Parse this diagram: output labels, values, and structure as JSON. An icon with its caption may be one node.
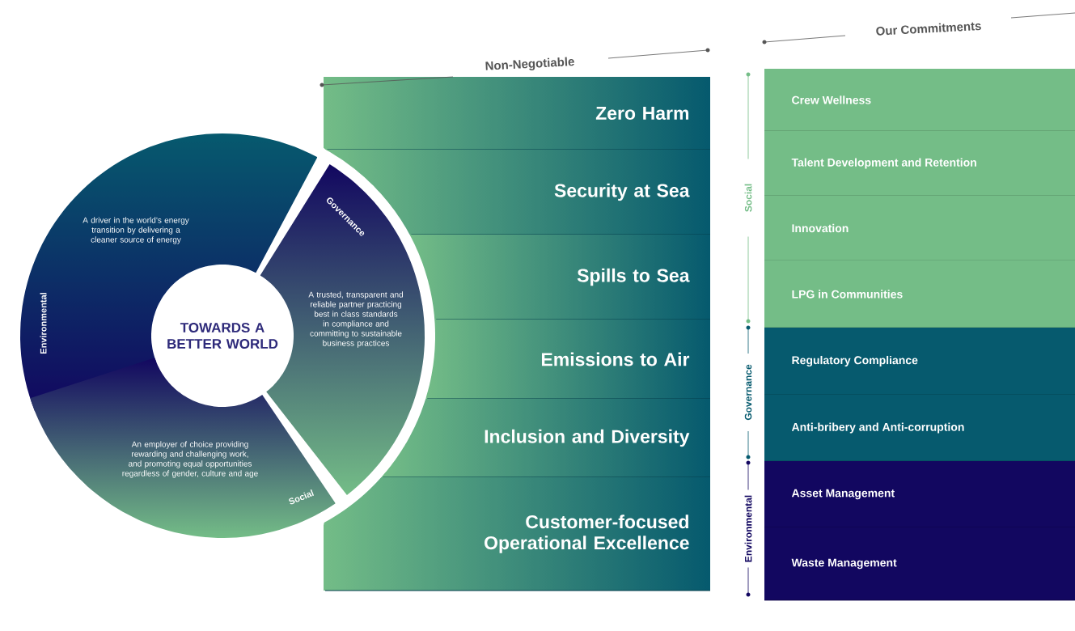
{
  "diagram": {
    "nodes": [
      {
        "text": [
          "Environmental",
          "A driver in the world’s energy transition by delivering a cleaner source of energy"
        ]
      },
      {
        "text": [
          "Governance",
          "A trusted, transparent and reliable partner practicing best in class standards in compliance and committing to sustainable business practices"
        ]
      },
      {
        "text": [
          "Social",
          "An employer of choice providing rewarding and challenging work, and promoting equal opportunities regardless of gender, culture and age"
        ]
      },
      {
        "text": [
          "TOWARDS A BETTER WORLD"
        ]
      },
      {
        "text": [
          "Zero Harm"
        ]
      },
      {
        "text": [
          "Security at Sea"
        ]
      },
      {
        "text": [
          "Spills to Sea"
        ]
      },
      {
        "text": [
          "Emissions to Air"
        ]
      },
      {
        "text": [
          "Inclusion and Diversity"
        ]
      },
      {
        "text": [
          "Customer-focused Operational Excellence"
        ]
      },
      {
        "text": [
          "Crew Wellness"
        ]
      },
      {
        "text": [
          "Talent Development and Retention"
        ]
      },
      {
        "text": [
          "Innovation"
        ]
      },
      {
        "text": [
          "LPG in Communities"
        ]
      },
      {
        "text": [
          "Regulatory Compliance"
        ]
      },
      {
        "text": [
          "Anti-bribery and Anti-corruption"
        ]
      },
      {
        "text": [
          "Asset Management"
        ]
      },
      {
        "text": [
          "Waste Management"
        ]
      }
    ],
    "labels": [
      "Non-Negotiable",
      "Our Commitments",
      "Social",
      "Governance",
      "Environmental"
    ]
  }
}
